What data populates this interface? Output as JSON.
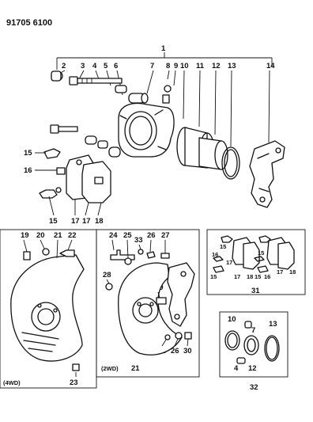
{
  "diagram_code": "91705 6100",
  "callouts": {
    "c1": "1",
    "c2": "2",
    "c3": "3",
    "c4": "4",
    "c5": "5",
    "c6": "6",
    "c7": "7",
    "c8": "8",
    "c9": "9",
    "c10": "10",
    "c11": "11",
    "c12": "12",
    "c13": "13",
    "c14": "14",
    "c15a": "15",
    "c16a": "16",
    "c15b": "15",
    "c17a": "17",
    "c17b": "17",
    "c18a": "18",
    "c19": "19",
    "c20": "20",
    "c21a": "21",
    "c22": "22",
    "c23": "23",
    "c24": "24",
    "c25a": "25",
    "c33": "33",
    "c26a": "26",
    "c27": "27",
    "c28": "28",
    "c29": "29",
    "c25b": "25",
    "c26b": "26",
    "c30": "30",
    "c21b": "21",
    "c15c": "15",
    "c16b": "16",
    "c17c": "17",
    "c15d": "15",
    "c15e": "15",
    "c17d": "17",
    "c18b": "18",
    "c15f": "15",
    "c16c": "16",
    "c17e": "17",
    "c18c": "18",
    "c31": "31",
    "c10b": "10",
    "c7b": "7",
    "c13b": "13",
    "c4b": "4",
    "c12b": "12",
    "c32": "32"
  },
  "variant_labels": {
    "four_wd": "(4WD)",
    "two_wd": "(2WD)"
  }
}
